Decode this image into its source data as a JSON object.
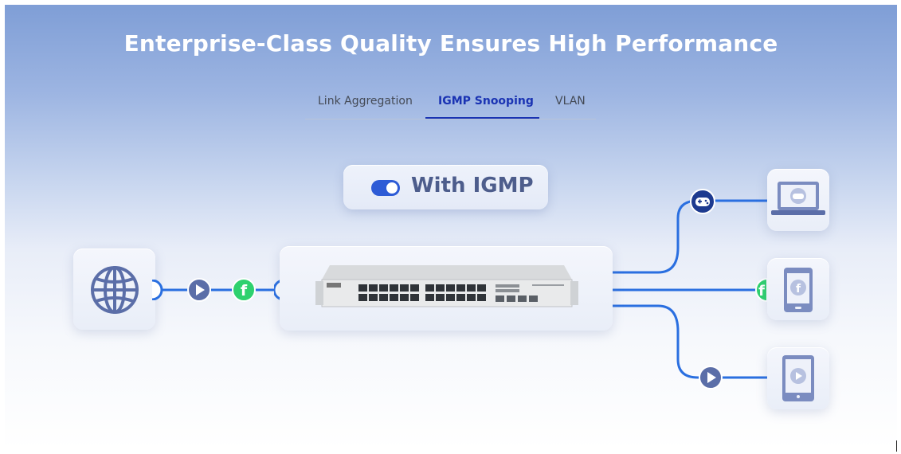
{
  "header": {
    "title": "Enterprise-Class Quality Ensures High Performance"
  },
  "tabs": [
    {
      "label": "Link Aggregation",
      "active": false
    },
    {
      "label": "IGMP Snooping",
      "active": true
    },
    {
      "label": "VLAN",
      "active": false
    }
  ],
  "toggle": {
    "label": "With IGMP",
    "state": "on"
  },
  "icons": {
    "source": "globe-icon",
    "stream": [
      "play-icon",
      "facebook-icon"
    ],
    "devices": [
      "laptop-gamepad-icon",
      "phone-facebook-icon",
      "tablet-play-icon"
    ],
    "branch_badges": [
      "gamepad-icon",
      "facebook-icon",
      "play-icon"
    ]
  },
  "colors": {
    "accent": "#1a33b3",
    "toggle": "#2d5bd6",
    "line": "#2a6fe0",
    "facebook_badge": "#2ed16e",
    "device_icon": "#5b6ea8"
  }
}
